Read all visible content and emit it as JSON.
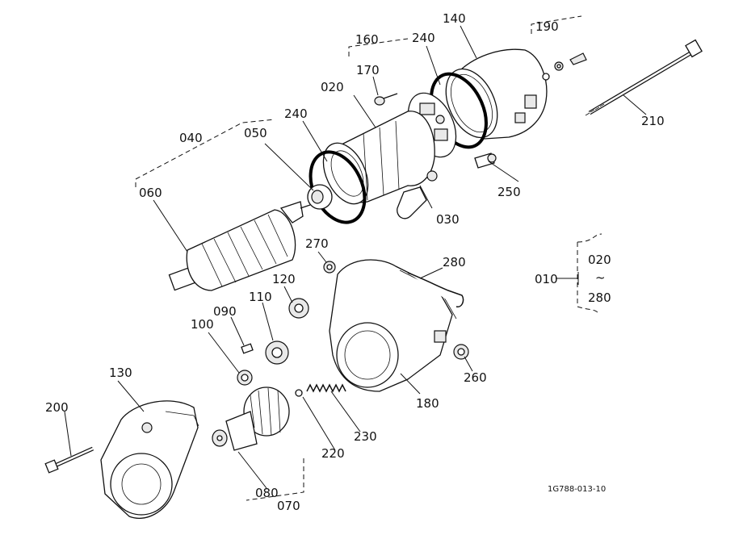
{
  "diagram": {
    "drawing_code": "1G788-013-10",
    "assembly": {
      "label": "010",
      "range_start": "020",
      "range_sep": "~",
      "range_end": "280"
    },
    "callouts": [
      {
        "id": "020",
        "text": "020"
      },
      {
        "id": "030",
        "text": "030"
      },
      {
        "id": "040",
        "text": "040"
      },
      {
        "id": "050",
        "text": "050"
      },
      {
        "id": "060",
        "text": "060"
      },
      {
        "id": "070",
        "text": "070"
      },
      {
        "id": "080",
        "text": "080"
      },
      {
        "id": "090",
        "text": "090"
      },
      {
        "id": "100",
        "text": "100"
      },
      {
        "id": "110",
        "text": "110"
      },
      {
        "id": "120",
        "text": "120"
      },
      {
        "id": "130",
        "text": "130"
      },
      {
        "id": "140",
        "text": "140"
      },
      {
        "id": "160",
        "text": "160"
      },
      {
        "id": "170",
        "text": "170"
      },
      {
        "id": "180",
        "text": "180"
      },
      {
        "id": "190",
        "text": "190"
      },
      {
        "id": "200",
        "text": "200"
      },
      {
        "id": "210",
        "text": "210"
      },
      {
        "id": "220",
        "text": "220"
      },
      {
        "id": "230",
        "text": "230"
      },
      {
        "id": "240a",
        "text": "240"
      },
      {
        "id": "240b",
        "text": "240"
      },
      {
        "id": "250",
        "text": "250"
      },
      {
        "id": "260",
        "text": "260"
      },
      {
        "id": "270",
        "text": "270"
      },
      {
        "id": "280",
        "text": "280"
      }
    ]
  }
}
